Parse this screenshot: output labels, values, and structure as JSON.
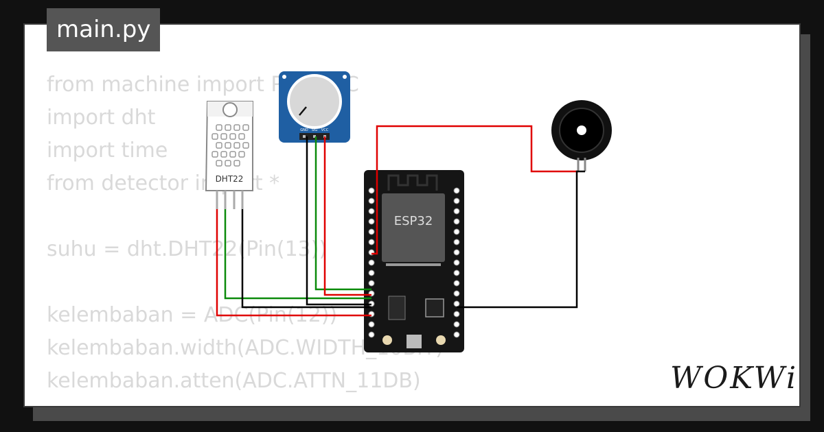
{
  "file_tab": {
    "label": "main.py"
  },
  "code_lines": [
    "from machine import Pin, ADC",
    "import dht",
    "import time",
    "from detector import *",
    "",
    "suhu = dht.DHT22(Pin(13))",
    "",
    "kelembaban = ADC(Pin(12))",
    "kelembaban.width(ADC.WIDTH_10BIT)",
    "kelembaban.atten(ADC.ATTN_11DB)"
  ],
  "components": {
    "dht_label": "DHT22",
    "esp32_label": "ESP32",
    "pot_pins": [
      "GND",
      "SIG",
      "VCC"
    ]
  },
  "logo": {
    "text": "WOKWi"
  },
  "colors": {
    "wire_red": "#e00000",
    "wire_green": "#0a8a0a",
    "wire_black": "#000000",
    "pot_board": "#1f5fa3",
    "esp_board": "#151515"
  }
}
